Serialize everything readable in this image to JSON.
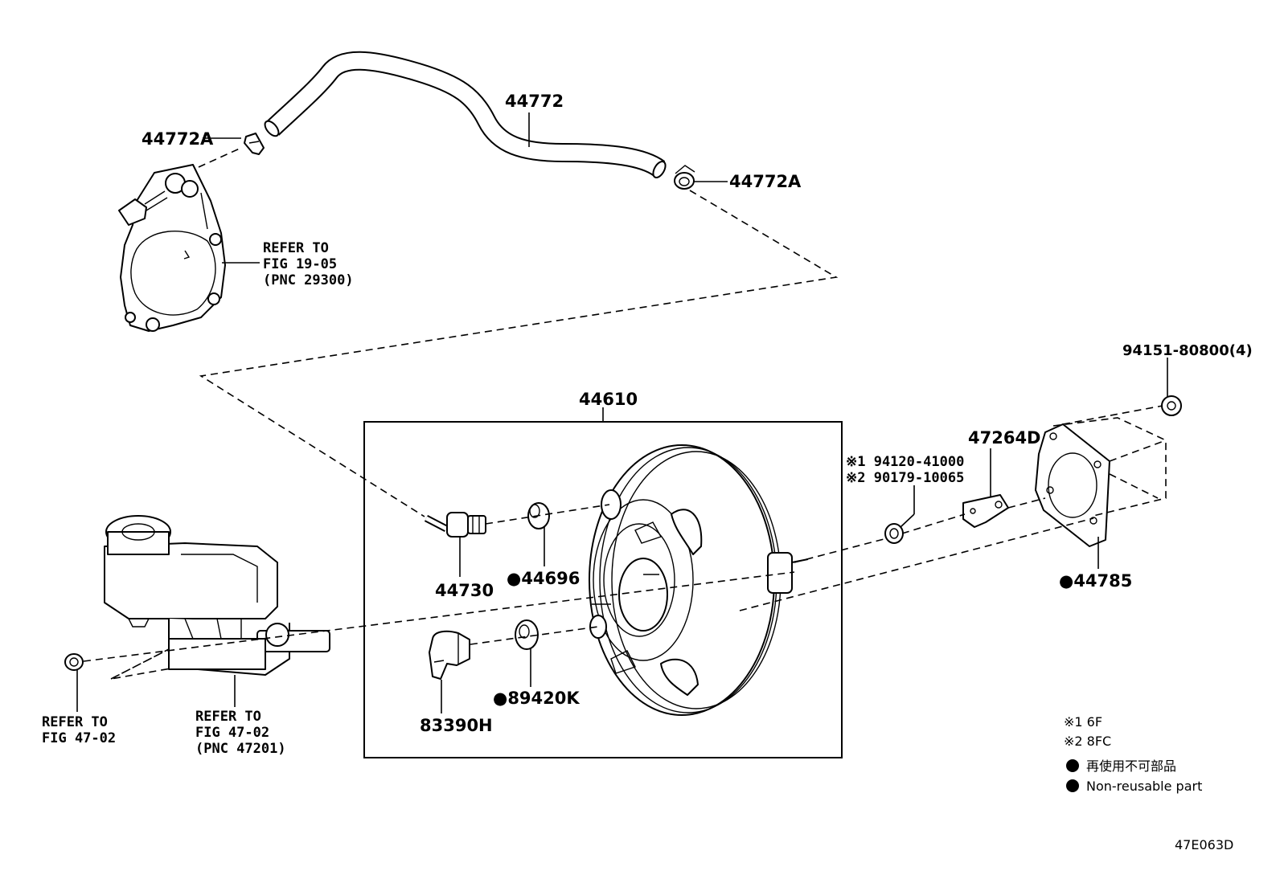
{
  "diagram": {
    "parts": {
      "hose": "44772",
      "clip_left": "44772A",
      "clip_right": "44772A",
      "booster_assy": "44610",
      "check_valve": "44730",
      "grommet": "●44696",
      "sensor": "83390H",
      "grommet_sensor": "●89420K",
      "gasket": "●44785",
      "nut": "94151-80800(4)",
      "bracket": "47264D",
      "clevis_1": "※1 94120-41000",
      "clevis_2": "※2 90179-10065"
    },
    "refs": {
      "vacuum_pump": [
        "REFER TO",
        "FIG 19-05",
        "(PNC 29300)"
      ],
      "master_cyl_nut": [
        "REFER TO",
        "FIG 47-02"
      ],
      "master_cyl": [
        "REFER TO",
        "FIG 47-02",
        "(PNC 47201)"
      ]
    },
    "notes": {
      "n1": "※1 6F",
      "n2": "※2 8FC"
    },
    "legend": {
      "jp": "再使用不可部品",
      "en": "Non-reusable part"
    },
    "figure_code": "47E063D"
  }
}
